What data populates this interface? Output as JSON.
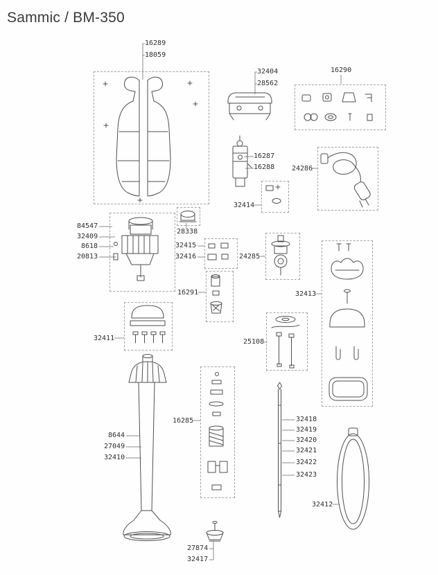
{
  "title": "Sammic / BM-350",
  "callouts": {
    "housing": [
      "16289",
      "18059"
    ],
    "bracket": [
      "32404",
      "28562"
    ],
    "kit": [
      "16290"
    ],
    "switch": [
      "16287",
      "16288"
    ],
    "cord": [
      "24286"
    ],
    "seals": [
      "32414"
    ],
    "motor": [
      "84547",
      "32409",
      "8618",
      "20813"
    ],
    "cap": [
      "28338"
    ],
    "fasteners": [
      "32415",
      "32416"
    ],
    "bearing": [
      "24285"
    ],
    "bell_kit": [
      "32413"
    ],
    "inserts": [
      "16291"
    ],
    "coupling": [
      "32411"
    ],
    "pins": [
      "25108"
    ],
    "tube_parts": [
      "16285"
    ],
    "tube": [
      "8644",
      "27049",
      "32410"
    ],
    "rod": [
      "32418",
      "32419",
      "32420",
      "32421",
      "32422",
      "32423"
    ],
    "loop": [
      "32412"
    ],
    "foot": [
      "27874",
      "32417"
    ]
  }
}
